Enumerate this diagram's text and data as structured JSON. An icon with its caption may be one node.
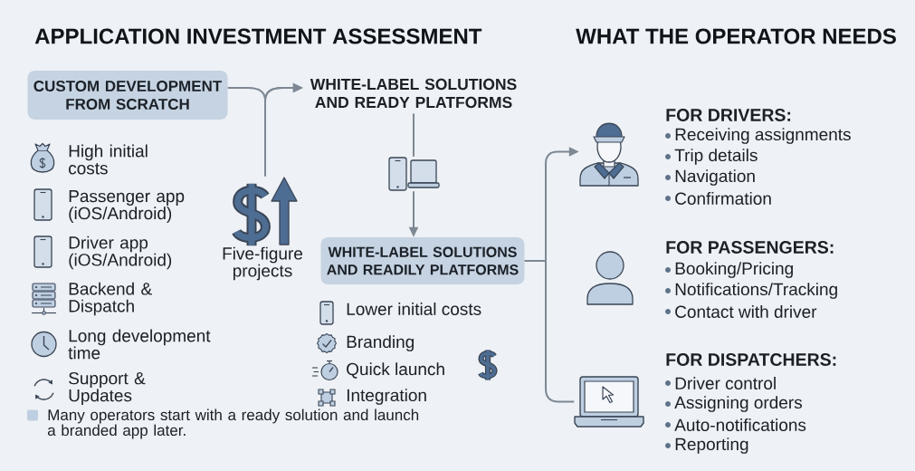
{
  "diagram": {
    "nodes": [
      {
        "text": [
          "CUSTOM DEVELOPMENT FROM SCRATCH"
        ]
      },
      {
        "text": [
          "WHITE-LABEL SOLUTIONS AND READY PLATFORMS"
        ]
      },
      {
        "text": [],
        "shape": "picture"
      },
      {
        "text": [
          "WHITE-LABEL SOLUTIONS AND READILY PLATFORMS"
        ]
      },
      {
        "text": [],
        "shape": "picture",
        "beside": [
          "Five-figure projects"
        ]
      },
      {
        "text": [],
        "shape": "person",
        "beside": [
          "FOR DRIVERS:",
          "Receiving assignments",
          "Trip details",
          "Navigation",
          "Confirmation"
        ]
      },
      {
        "text": [],
        "shape": "person",
        "beside": [
          "FOR PASSENGERS:",
          "Booking/Pricing",
          "Notifications/Tracking",
          "Contact with driver"
        ]
      },
      {
        "text": [],
        "shape": "picture",
        "beside": [
          "FOR DISPATCHERS:",
          "Driver control",
          "Assigning orders",
          "Auto-notifications",
          "Reporting"
        ]
      }
    ],
    "edges": [
      {
        "from": 0,
        "to": 1,
        "arrow": "to"
      },
      {
        "from": 4,
        "to": 1,
        "arrow": "to"
      },
      {
        "from": 1,
        "to": 2,
        "arrow": "none"
      },
      {
        "from": 2,
        "to": 3,
        "arrow": "to"
      },
      {
        "from": 3,
        "to": 5,
        "arrow": "to"
      },
      {
        "from": 3,
        "to": 7,
        "arrow": "none"
      }
    ],
    "labels": [
      "APPLICATION INVESTMENT ASSESSMENT",
      "WHAT THE OPERATOR NEEDS",
      "High initial costs",
      "Passenger app (iOS/Android)",
      "Driver app (iOS/Android)",
      "Backend & Dispatch",
      "Long development time",
      "Support & Updates",
      "Lower initial costs",
      "Branding",
      "Quick launch",
      "Integration",
      "Many operators start with a ready solution and launch a branded app later."
    ]
  }
}
